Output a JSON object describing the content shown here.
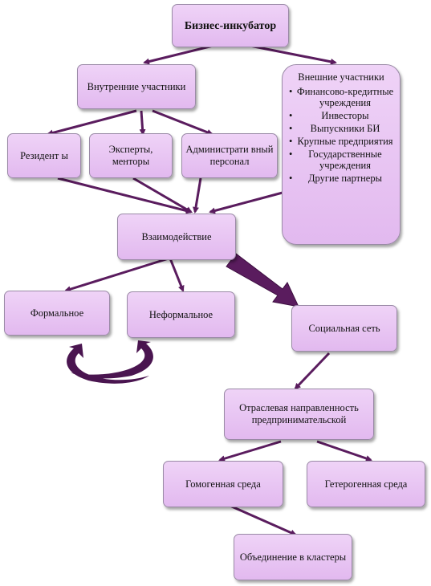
{
  "nodes": {
    "incubator": "Бизнес-инкубатор",
    "internal": "Внутренние участники",
    "external_title": "Внешние участники",
    "external_items": [
      "Финансово-кредитные учреждения",
      "Инвесторы",
      "Выпускники БИ",
      "Крупные предприятия",
      "Государственные учреждения",
      "Другие партнеры"
    ],
    "residents": "Резидент ы",
    "experts": "Эксперты, менторы",
    "admin": "Администрати вный персонал",
    "interaction": "Взаимодействие",
    "formal": "Формальное",
    "informal": "Неформальное",
    "social": "Социальная сеть",
    "industry": "Отраслевая направленность предпринимательской",
    "homogeneous": "Гомогенная среда",
    "heterogeneous": "Гетерогенная среда",
    "clusters": "Объединение в кластеры"
  },
  "colors": {
    "box_fill": "#e8c4f2",
    "arrow": "#5a1c5e",
    "cycle_arrow": "#4a1550"
  }
}
